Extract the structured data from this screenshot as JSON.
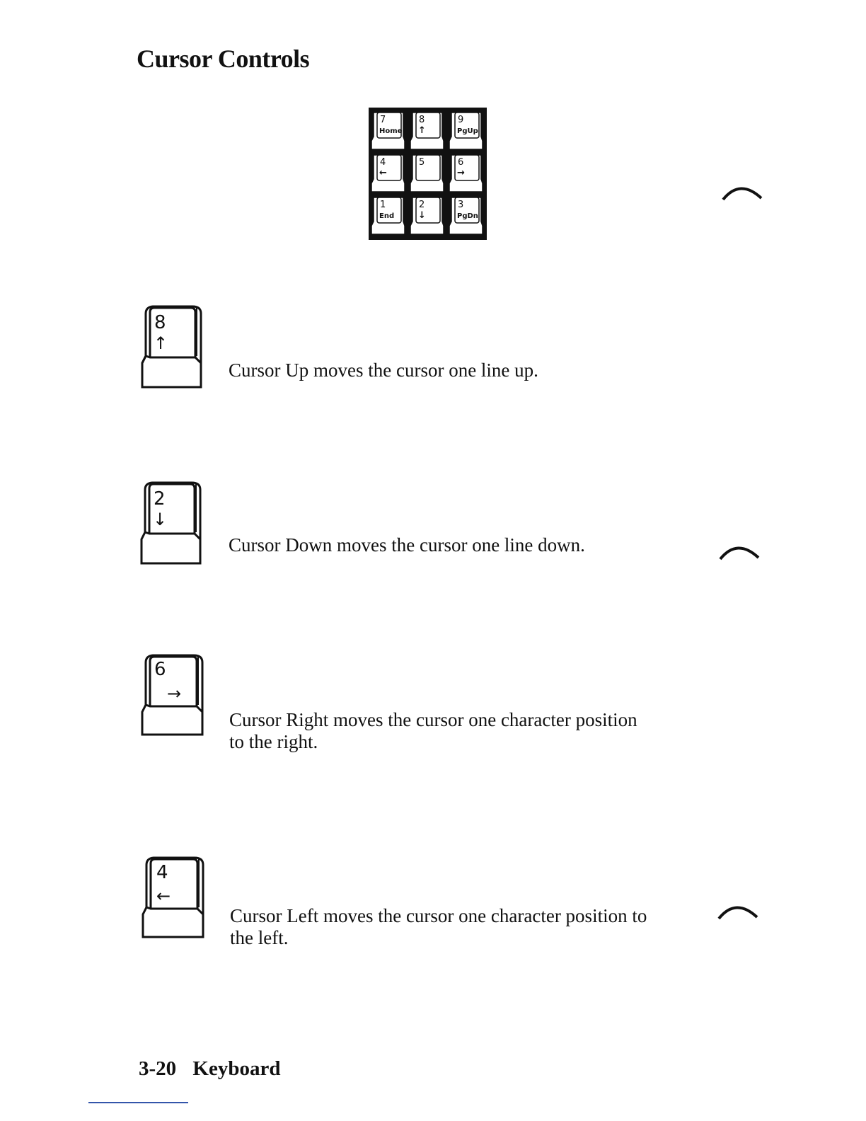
{
  "page": {
    "title": "Cursor Controls",
    "footer": {
      "page_number": "3-20",
      "section": "Keyboard"
    }
  },
  "keypad": {
    "keys": [
      {
        "num": "7",
        "label": "Home"
      },
      {
        "num": "8",
        "label": "↑"
      },
      {
        "num": "9",
        "label": "PgUp"
      },
      {
        "num": "4",
        "label": "←"
      },
      {
        "num": "5",
        "label": ""
      },
      {
        "num": "6",
        "label": "→"
      },
      {
        "num": "1",
        "label": "End"
      },
      {
        "num": "2",
        "label": "↓"
      },
      {
        "num": "3",
        "label": "PgDn"
      }
    ]
  },
  "cursor_keys": [
    {
      "num": "8",
      "arrow": "↑",
      "icon": "up-arrow-icon",
      "lines": [
        "Cursor Up moves the cursor one line up."
      ]
    },
    {
      "num": "2",
      "arrow": "↓",
      "icon": "down-arrow-icon",
      "lines": [
        "Cursor Down moves the cursor one line down."
      ]
    },
    {
      "num": "6",
      "arrow": "→",
      "icon": "right-arrow-icon",
      "lines": [
        "Cursor Right moves the cursor one character position",
        "to the right."
      ]
    },
    {
      "num": "4",
      "arrow": "←",
      "icon": "left-arrow-icon",
      "lines": [
        "Cursor Left moves the cursor one character position to",
        "the left."
      ]
    }
  ]
}
